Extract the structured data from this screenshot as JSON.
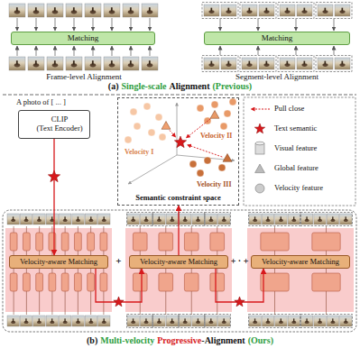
{
  "diagram": {
    "nodes": [
      {
        "text": [
          "Matching"
        ]
      },
      {
        "text": [
          "Matching"
        ]
      },
      {
        "text": [
          "CLIP",
          "(Text Encoder)"
        ]
      },
      {
        "text": [
          "Semantic constraint space"
        ]
      },
      {
        "text": [
          "Velocity-aware Matching"
        ]
      },
      {
        "text": [
          "Velocity-aware Matching"
        ]
      },
      {
        "text": [
          "Velocity-aware Matching"
        ]
      }
    ],
    "edges": [
      {
        "from": 2,
        "to": 4,
        "arrow": "to"
      },
      {
        "from": 4,
        "to": 5,
        "arrow": "to"
      },
      {
        "from": 5,
        "to": 6,
        "arrow": "to"
      },
      {
        "from": 5,
        "to": 3,
        "arrow": "to"
      }
    ],
    "labels": [
      "Frame-level Alignment",
      "Segment-level Alignment",
      "(a)",
      "Single-scale",
      "Alignment",
      "(Previous)",
      "A photo of [ ... ]",
      "Velocity I",
      "Velocity II",
      "Velocity III",
      "+",
      "+ · +",
      "(b)",
      "Multi-velocity",
      "Progressive",
      "-Alignment",
      "(Ours)"
    ],
    "legend": [
      {
        "text": "Pull close"
      },
      {
        "text": "Text semantic"
      },
      {
        "text": "Visual feature"
      },
      {
        "text": "Global feature"
      },
      {
        "text": "Velocity feature"
      }
    ]
  }
}
